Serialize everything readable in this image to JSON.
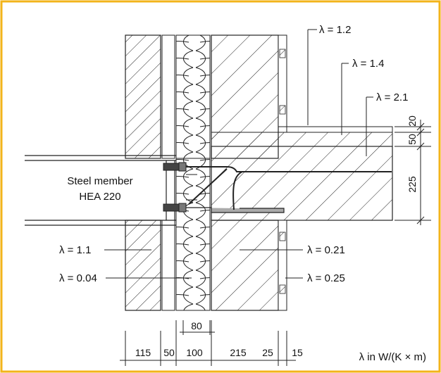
{
  "frame_color": "#f2b41b",
  "steel_member": {
    "line1": "Steel member",
    "line2": "HEA 220"
  },
  "lambda_labels": {
    "wall_top": "λ = 1.2",
    "slab_top_layer": "λ = 1.4",
    "slab": "λ = 2.1",
    "left_masonry": "λ = 1.1",
    "insulation": "λ = 0.04",
    "inner_wall": "λ = 0.21",
    "right_layer": "λ = 0.25"
  },
  "dimensions_vertical": {
    "slab_layer_1": "20",
    "slab_layer_2": "50",
    "slab_thickness": "225"
  },
  "dimensions_horizontal": {
    "insulation_inner": "80",
    "masonry_outer": "115",
    "cavity": "50",
    "insulation": "100",
    "inner_wall": "215",
    "plaster": "25",
    "finish": "15"
  },
  "units_note": "λ in W/(K × m)"
}
